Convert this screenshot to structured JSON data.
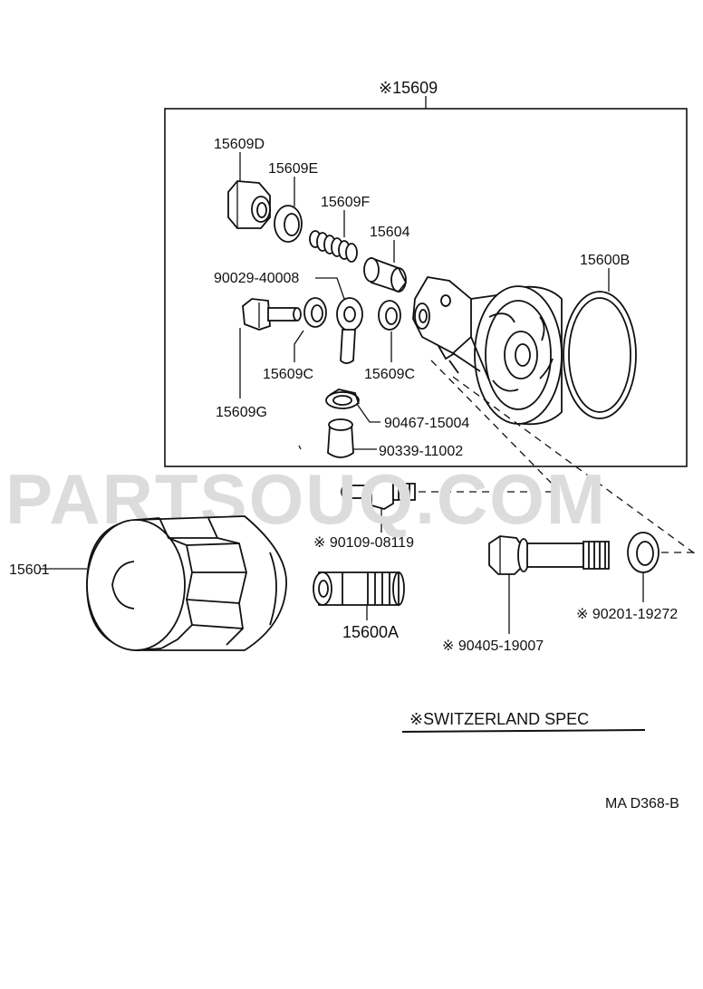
{
  "labels": {
    "group_15609": "※15609",
    "p15609D": "15609D",
    "p15609E": "15609E",
    "p15609F": "15609F",
    "p15604": "15604",
    "p15600B": "15600B",
    "p90029": "90029-40008",
    "p15609C_left": "15609C",
    "p15609C_right": "15609C",
    "p15609G": "15609G",
    "p90467": "90467-15004",
    "p90339": "90339-11002",
    "p90109": "※ 90109-08119",
    "p15601": "15601",
    "p15600A": "15600A",
    "p90201": "※ 90201-19272",
    "p90405": "※ 90405-19007"
  },
  "watermark": "PARTSOUQ.COM",
  "legend": "※SWITZERLAND SPEC",
  "drawing_code": "MA  D368-B"
}
